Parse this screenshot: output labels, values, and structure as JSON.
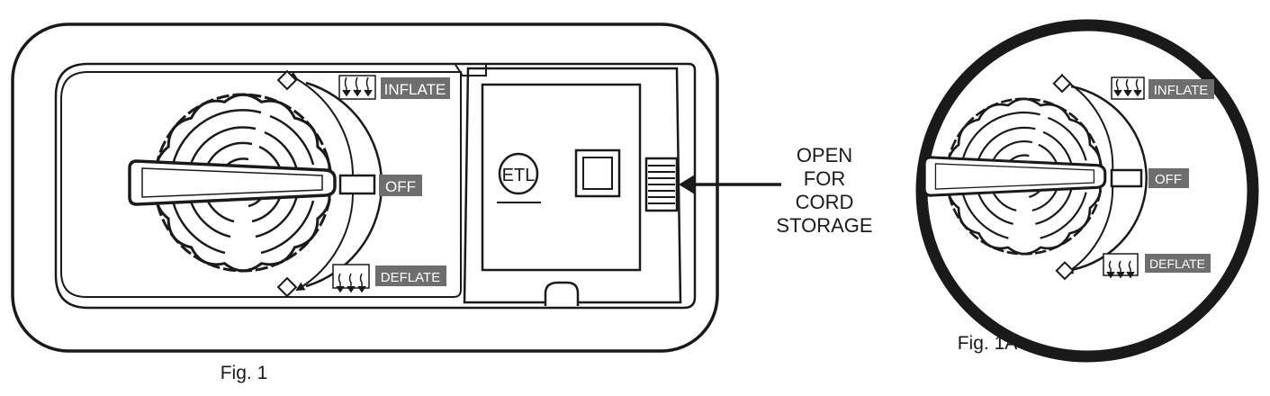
{
  "fig1": {
    "caption": "Fig. 1",
    "labels": {
      "inflate": "INFLATE",
      "off": "OFF",
      "deflate": "DEFLATE"
    },
    "etl_mark": "ETL"
  },
  "callout": {
    "lines": [
      "OPEN",
      "FOR",
      "CORD",
      "STORAGE"
    ]
  },
  "fig1a": {
    "caption": "Fig. 1A",
    "labels": {
      "inflate": "INFLATE",
      "off": "OFF",
      "deflate": "DEFLATE"
    }
  },
  "colors": {
    "ink": "#1a1a1a",
    "tag_fill": "#6e6e6e",
    "paper": "#ffffff"
  }
}
